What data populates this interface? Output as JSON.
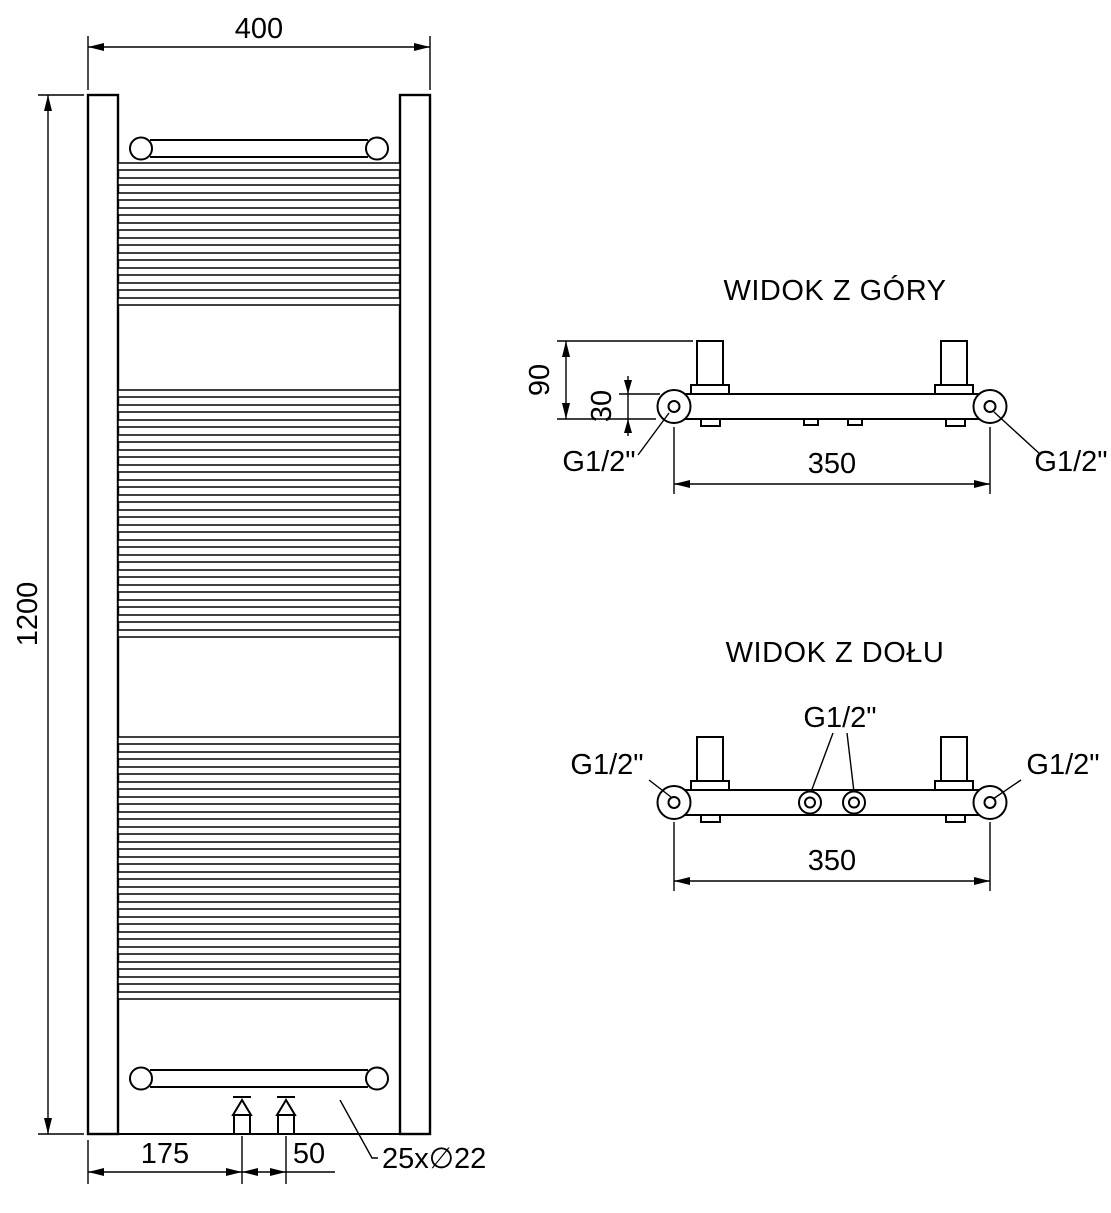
{
  "front_view": {
    "width": "400",
    "height": "1200",
    "offset_left": "175",
    "valve_gap": "50",
    "tubes": "25x∅22"
  },
  "top_view": {
    "title": "WIDOK Z GÓRY",
    "depth": "90",
    "tube": "30",
    "span": "350",
    "conn_left": "G1/2\"",
    "conn_right": "G1/2\""
  },
  "bottom_view": {
    "title": "WIDOK Z DOŁU",
    "span": "350",
    "conn_left": "G1/2\"",
    "conn_center": "G1/2\"",
    "conn_right": "G1/2\""
  }
}
